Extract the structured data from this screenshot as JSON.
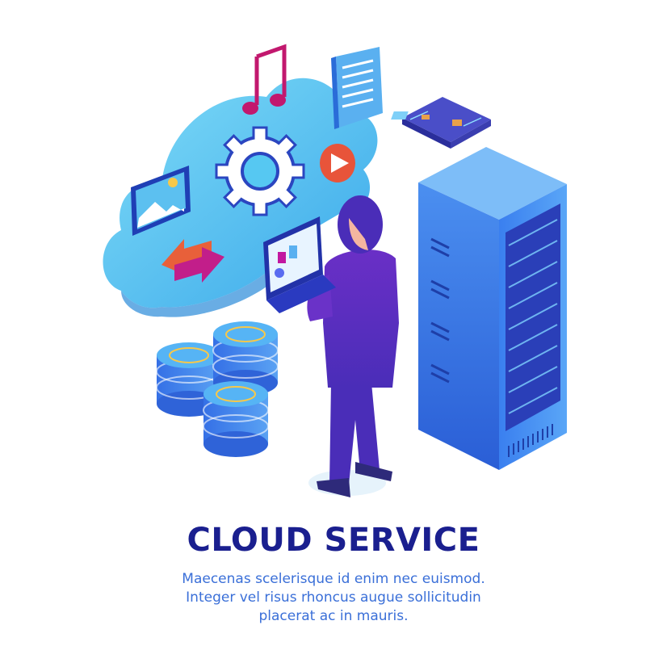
{
  "heading": "CLOUD SERVICE",
  "body_lines": [
    "Maecenas scelerisque id enim nec euismod.",
    "Integer vel risus rhoncus augue sollicitudin",
    "placerat ac in mauris."
  ],
  "colors": {
    "heading": "#1a1f8f",
    "body": "#3a6fd8",
    "cloud": "#56c8f2",
    "server": "#3a8af0",
    "person": "#5a30c8"
  },
  "icons": [
    "cloud-icon",
    "music-note-icon",
    "gear-icon",
    "play-icon",
    "image-icon",
    "document-icon",
    "sync-arrows-icon",
    "circuit-board-icon",
    "database-icon",
    "server-rack-icon",
    "laptop-icon",
    "person-figure"
  ]
}
